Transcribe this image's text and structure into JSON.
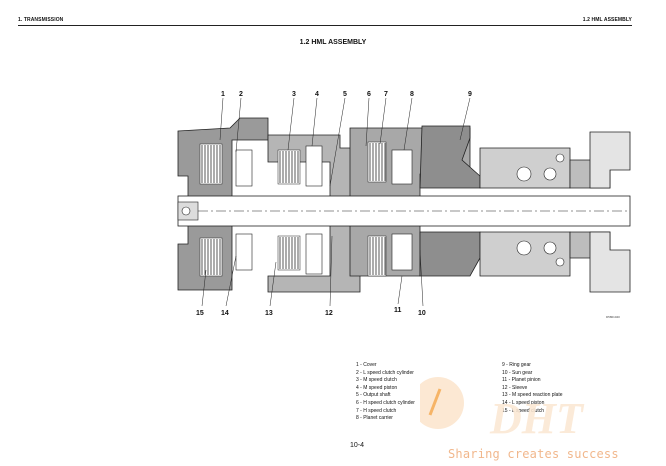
{
  "header": {
    "left": "1. TRANSMISSION",
    "right": "1.2 HML ASSEMBLY"
  },
  "title": "1.2 HML ASSEMBLY",
  "diagram": {
    "callouts_top": [
      "1",
      "2",
      "3",
      "4",
      "5",
      "6",
      "7",
      "8",
      "9"
    ],
    "callouts_bottom": [
      "15",
      "14",
      "13",
      "12",
      "11",
      "10"
    ],
    "drawing_code": "D5801040"
  },
  "legend_left": [
    "1 -  Cover",
    "2 -  L speed clutch cylinder",
    "3 -  M speed clutch",
    "4 -  M speed piston",
    "5 -  Output shaft",
    "6 -  H speed clutch cylinder",
    "7 -  H speed clutch",
    "8 -  Planet carrier"
  ],
  "legend_right": [
    "9 -  Ring gear",
    "10 -  Sun gear",
    "11 -  Planet pinion",
    "12 -  Sleeve",
    "13 -  M speed reaction plate",
    "14 -  L speed piston",
    "15 -  L speed clutch"
  ],
  "page_number": "10-4",
  "watermark": {
    "text": "Sharing creates success",
    "logo": "DHT",
    "color": "#f0a060"
  }
}
